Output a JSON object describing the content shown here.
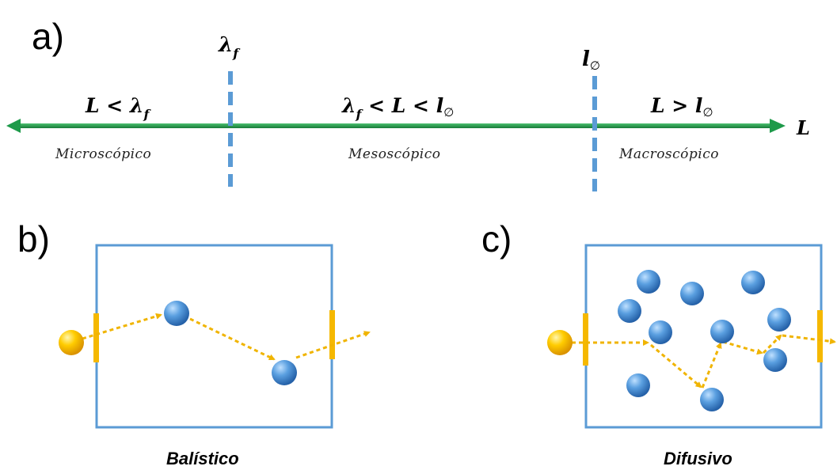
{
  "panel_a": {
    "label": "a)",
    "axis_label": "L",
    "mean_free_path_symbol": "λ",
    "mean_free_path_subscript": "f",
    "phase_length_symbol": "l",
    "phase_length_subscript": "∅",
    "regimes": [
      {
        "condition_prefix": "L < λ",
        "condition_sub": "f",
        "name": "Microscópico"
      },
      {
        "condition_prefix": "λ",
        "condition_sub": "f",
        "condition_mid": " <  L < l",
        "condition_sub2": "∅",
        "name": "Mesoscópico"
      },
      {
        "condition_prefix": "L > l",
        "condition_sub": "∅",
        "name": "Macroscópico"
      }
    ],
    "colors": {
      "axis": "#1e9a4a",
      "marker": "#5b9bd5"
    }
  },
  "panel_b": {
    "label": "b)",
    "caption": "Balístico"
  },
  "panel_c": {
    "label": "c)",
    "caption": "Difusivo"
  },
  "colors": {
    "box": "#5b9bd5",
    "electron": "#ffc000",
    "scatterer": "#3a7ec8",
    "path": "#f0b400",
    "contact": "#f5b800"
  }
}
